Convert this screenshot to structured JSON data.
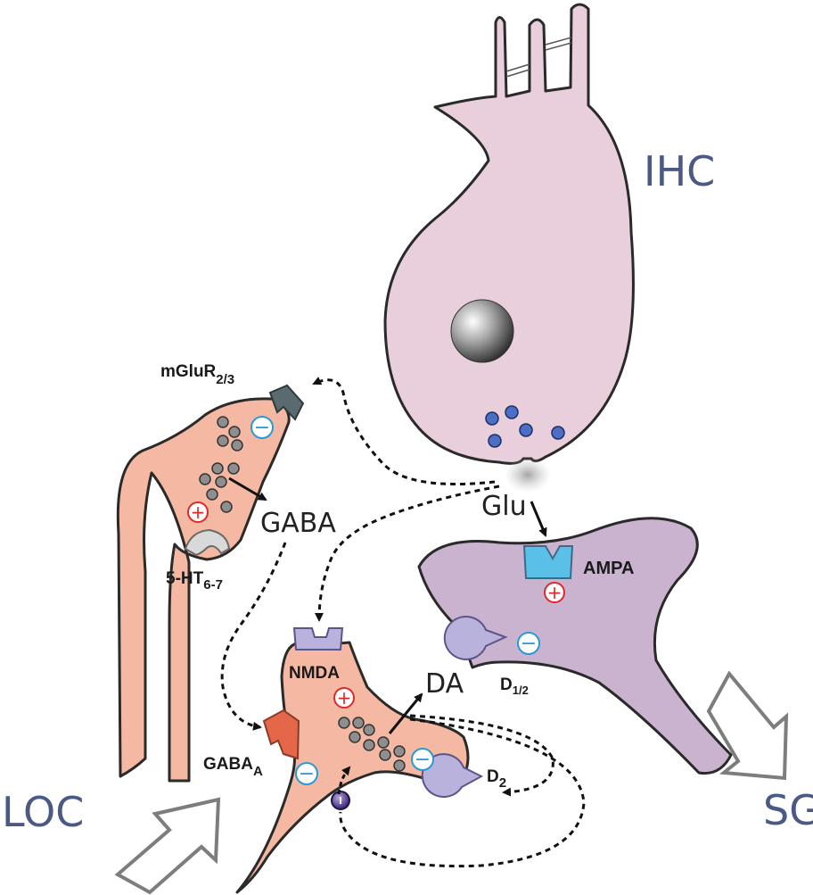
{
  "labels": {
    "ihc": "IHC",
    "loc": "LOC",
    "sg": "SG",
    "glu": "Glu",
    "gaba": "GABA",
    "da": "DA"
  },
  "receptors": {
    "mglur": {
      "name": "mGluR",
      "sub": "2/3"
    },
    "ht": {
      "name": "5-HT",
      "sub": "6-7"
    },
    "nmda": {
      "name": "NMDA"
    },
    "gabaa": {
      "name": "GABA",
      "sub": "A"
    },
    "ampa": {
      "name": "AMPA"
    },
    "d12": {
      "name": "D",
      "sub": "1/2"
    },
    "d2": {
      "name": "D",
      "sub": "2"
    }
  },
  "signs": {
    "plus": "+",
    "minus": "−"
  },
  "colors": {
    "ihc_fill": "#e8cfdb",
    "loc_fill": "#f4b8a3",
    "sg_fill": "#c9b3cf",
    "label_blue": "#4a5a85",
    "plus_red": "#e02828",
    "minus_blue": "#2a9ad6",
    "ampa_blue": "#5bc0e8",
    "gaba_orange": "#e5674a",
    "vesicle_blue": "#4a6fc4",
    "vesicle_gray": "#8e8e8e"
  }
}
